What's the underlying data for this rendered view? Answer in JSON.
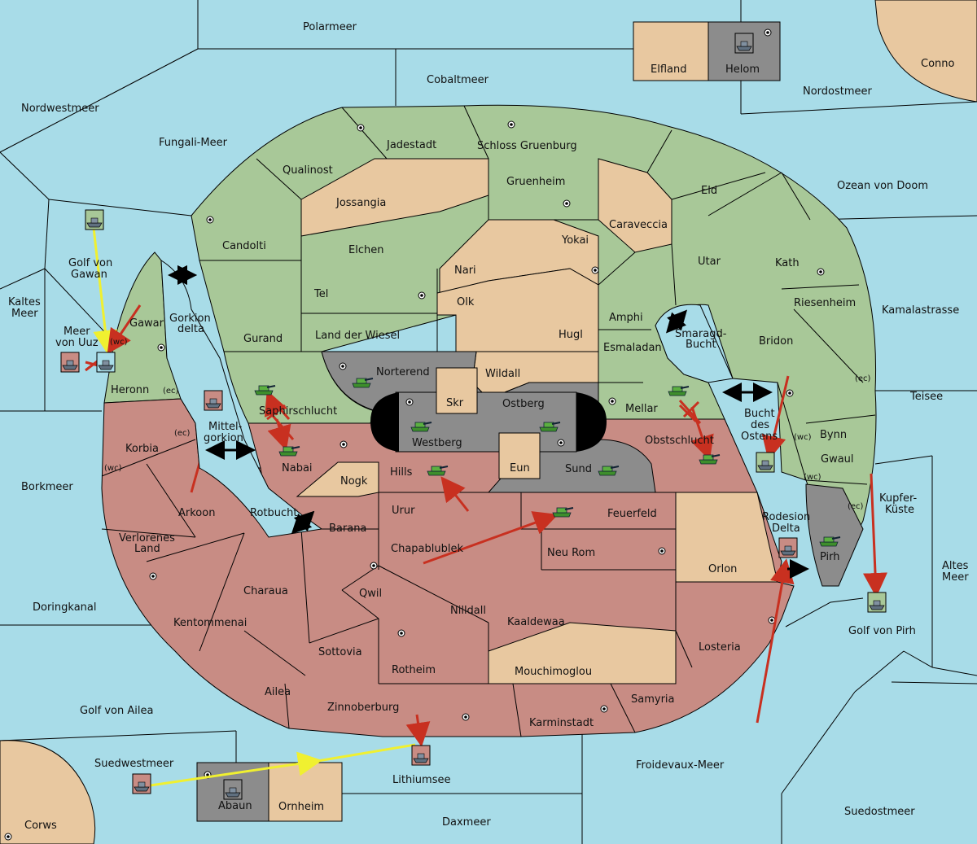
{
  "colors": {
    "sea": "#a8dce8",
    "green": "#a8c898",
    "pink": "#c88c84",
    "tan": "#e8c8a0",
    "grey": "#8c8c8c",
    "black": "#000000",
    "order_red": "#c83020",
    "order_yellow": "#f0f030"
  },
  "labels": {
    "seas": [
      {
        "id": "polarmeer",
        "text": "Polarmeer"
      },
      {
        "id": "cobaltmeer",
        "text": "Cobaltmeer"
      },
      {
        "id": "nordwestmeer",
        "text": "Nordwestmeer"
      },
      {
        "id": "fungali",
        "text": "Fungali-Meer"
      },
      {
        "id": "nordostmeer",
        "text": "Nordostmeer"
      },
      {
        "id": "ozean",
        "text": "Ozean von Doom"
      },
      {
        "id": "kamalastrasse",
        "text": "Kamalastrasse"
      },
      {
        "id": "teisee",
        "text": "Teisee"
      },
      {
        "id": "kupfer1",
        "text": "Kupfer-"
      },
      {
        "id": "kupfer2",
        "text": "Küste"
      },
      {
        "id": "altes1",
        "text": "Altes"
      },
      {
        "id": "altes2",
        "text": "Meer"
      },
      {
        "id": "golfpirh",
        "text": "Golf von Pirh"
      },
      {
        "id": "suedostmeer",
        "text": "Suedostmeer"
      },
      {
        "id": "froidevaux",
        "text": "Froidevaux-Meer"
      },
      {
        "id": "daxmeer",
        "text": "Daxmeer"
      },
      {
        "id": "lithiumsee",
        "text": "Lithiumsee"
      },
      {
        "id": "suedwestmeer",
        "text": "Suedwestmeer"
      },
      {
        "id": "golfailea",
        "text": "Golf von Ailea"
      },
      {
        "id": "doringkanal",
        "text": "Doringkanal"
      },
      {
        "id": "borkmeer",
        "text": "Borkmeer"
      },
      {
        "id": "kaltes1",
        "text": "Kaltes"
      },
      {
        "id": "kaltes2",
        "text": "Meer"
      },
      {
        "id": "golfgawan1",
        "text": "Golf von"
      },
      {
        "id": "golfgawan2",
        "text": "Gawan"
      },
      {
        "id": "meeruuz1",
        "text": "Meer"
      },
      {
        "id": "meeruuz2",
        "text": "von Uuz"
      },
      {
        "id": "gorkiondelta1",
        "text": "Gorkion"
      },
      {
        "id": "gorkiondelta2",
        "text": "delta"
      },
      {
        "id": "mittelgorkion1",
        "text": "Mittel-"
      },
      {
        "id": "mittelgorkion2",
        "text": "gorkion"
      },
      {
        "id": "rotbucht",
        "text": "Rotbucht"
      },
      {
        "id": "smaragd1",
        "text": "Smaragd-"
      },
      {
        "id": "smaragd2",
        "text": "Bucht"
      },
      {
        "id": "bucht1",
        "text": "Bucht"
      },
      {
        "id": "bucht2",
        "text": "des"
      },
      {
        "id": "bucht3",
        "text": "Ostens"
      },
      {
        "id": "rodesion1",
        "text": "Rodesion"
      },
      {
        "id": "rodesion2",
        "text": "Delta"
      }
    ],
    "lands": [
      {
        "id": "conno",
        "text": "Conno"
      },
      {
        "id": "corws",
        "text": "Corws"
      },
      {
        "id": "elfland",
        "text": "Elfland"
      },
      {
        "id": "helom",
        "text": "Helom"
      },
      {
        "id": "abaun",
        "text": "Abaun"
      },
      {
        "id": "ornheim",
        "text": "Ornheim"
      },
      {
        "id": "jadestadt",
        "text": "Jadestadt"
      },
      {
        "id": "schloss",
        "text": "Schloss Gruenburg"
      },
      {
        "id": "qualinost",
        "text": "Qualinost"
      },
      {
        "id": "jossangia",
        "text": "Jossangia"
      },
      {
        "id": "gruenheim",
        "text": "Gruenheim"
      },
      {
        "id": "eld",
        "text": "Eld"
      },
      {
        "id": "caraveccia",
        "text": "Caraveccia"
      },
      {
        "id": "yokai",
        "text": "Yokai"
      },
      {
        "id": "candolti",
        "text": "Candolti"
      },
      {
        "id": "elchen",
        "text": "Elchen"
      },
      {
        "id": "nari",
        "text": "Nari"
      },
      {
        "id": "utar",
        "text": "Utar"
      },
      {
        "id": "kath",
        "text": "Kath"
      },
      {
        "id": "tel",
        "text": "Tel"
      },
      {
        "id": "olk",
        "text": "Olk"
      },
      {
        "id": "riesenheim",
        "text": "Riesenheim"
      },
      {
        "id": "amphi",
        "text": "Amphi"
      },
      {
        "id": "gurand",
        "text": "Gurand"
      },
      {
        "id": "landwiesel",
        "text": "Land der Wiesel"
      },
      {
        "id": "hugl",
        "text": "Hugl"
      },
      {
        "id": "bridon",
        "text": "Bridon"
      },
      {
        "id": "esmaladan",
        "text": "Esmaladan"
      },
      {
        "id": "gawar",
        "text": "Gawar"
      },
      {
        "id": "norterend",
        "text": "Norterend"
      },
      {
        "id": "wildall",
        "text": "Wildall"
      },
      {
        "id": "heronn",
        "text": "Heronn"
      },
      {
        "id": "skr",
        "text": "Skr"
      },
      {
        "id": "ostberg",
        "text": "Ostberg"
      },
      {
        "id": "mellar",
        "text": "Mellar"
      },
      {
        "id": "saphir",
        "text": "Saphirschlucht"
      },
      {
        "id": "westberg",
        "text": "Westberg"
      },
      {
        "id": "bynn",
        "text": "Bynn"
      },
      {
        "id": "korbia",
        "text": "Korbia"
      },
      {
        "id": "obstschlucht",
        "text": "Obstschlucht"
      },
      {
        "id": "gwaul",
        "text": "Gwaul"
      },
      {
        "id": "nabai",
        "text": "Nabai"
      },
      {
        "id": "eun",
        "text": "Eun"
      },
      {
        "id": "sund",
        "text": "Sund"
      },
      {
        "id": "hills",
        "text": "Hills"
      },
      {
        "id": "nogk",
        "text": "Nogk"
      },
      {
        "id": "arkoon",
        "text": "Arkoon"
      },
      {
        "id": "urur",
        "text": "Urur"
      },
      {
        "id": "feuerfeld",
        "text": "Feuerfeld"
      },
      {
        "id": "barana",
        "text": "Barana"
      },
      {
        "id": "verlorenes1",
        "text": "Verlorenes"
      },
      {
        "id": "verlorenes2",
        "text": "Land"
      },
      {
        "id": "chapa",
        "text": "Chapablublek"
      },
      {
        "id": "neurom",
        "text": "Neu Rom"
      },
      {
        "id": "pirh",
        "text": "Pirh"
      },
      {
        "id": "orlon",
        "text": "Orlon"
      },
      {
        "id": "charaua",
        "text": "Charaua"
      },
      {
        "id": "qwil",
        "text": "Qwil"
      },
      {
        "id": "nilldall",
        "text": "Nilldall"
      },
      {
        "id": "kaaldewaa",
        "text": "Kaaldewaa"
      },
      {
        "id": "kentommenai",
        "text": "Kentommenai"
      },
      {
        "id": "losteria",
        "text": "Losteria"
      },
      {
        "id": "sottovia",
        "text": "Sottovia"
      },
      {
        "id": "rotheim",
        "text": "Rotheim"
      },
      {
        "id": "mouchi",
        "text": "Mouchimoglou"
      },
      {
        "id": "ailea",
        "text": "Ailea"
      },
      {
        "id": "samyria",
        "text": "Samyria"
      },
      {
        "id": "zinnoberburg",
        "text": "Zinnoberburg"
      },
      {
        "id": "karminstadt",
        "text": "Karminstadt"
      }
    ],
    "coasts": [
      {
        "id": "wc_gawar",
        "text": "(wc)"
      },
      {
        "id": "ec_heronn",
        "text": "(ec)"
      },
      {
        "id": "ec_korbia",
        "text": "(ec)"
      },
      {
        "id": "wc_korbia",
        "text": "(wc)"
      },
      {
        "id": "ec_bynn",
        "text": "(ec)"
      },
      {
        "id": "wc_bynn",
        "text": "(wc)"
      },
      {
        "id": "wc_gwaul",
        "text": "(wc)"
      },
      {
        "id": "ec_gwaul",
        "text": "(ec)"
      }
    ]
  }
}
